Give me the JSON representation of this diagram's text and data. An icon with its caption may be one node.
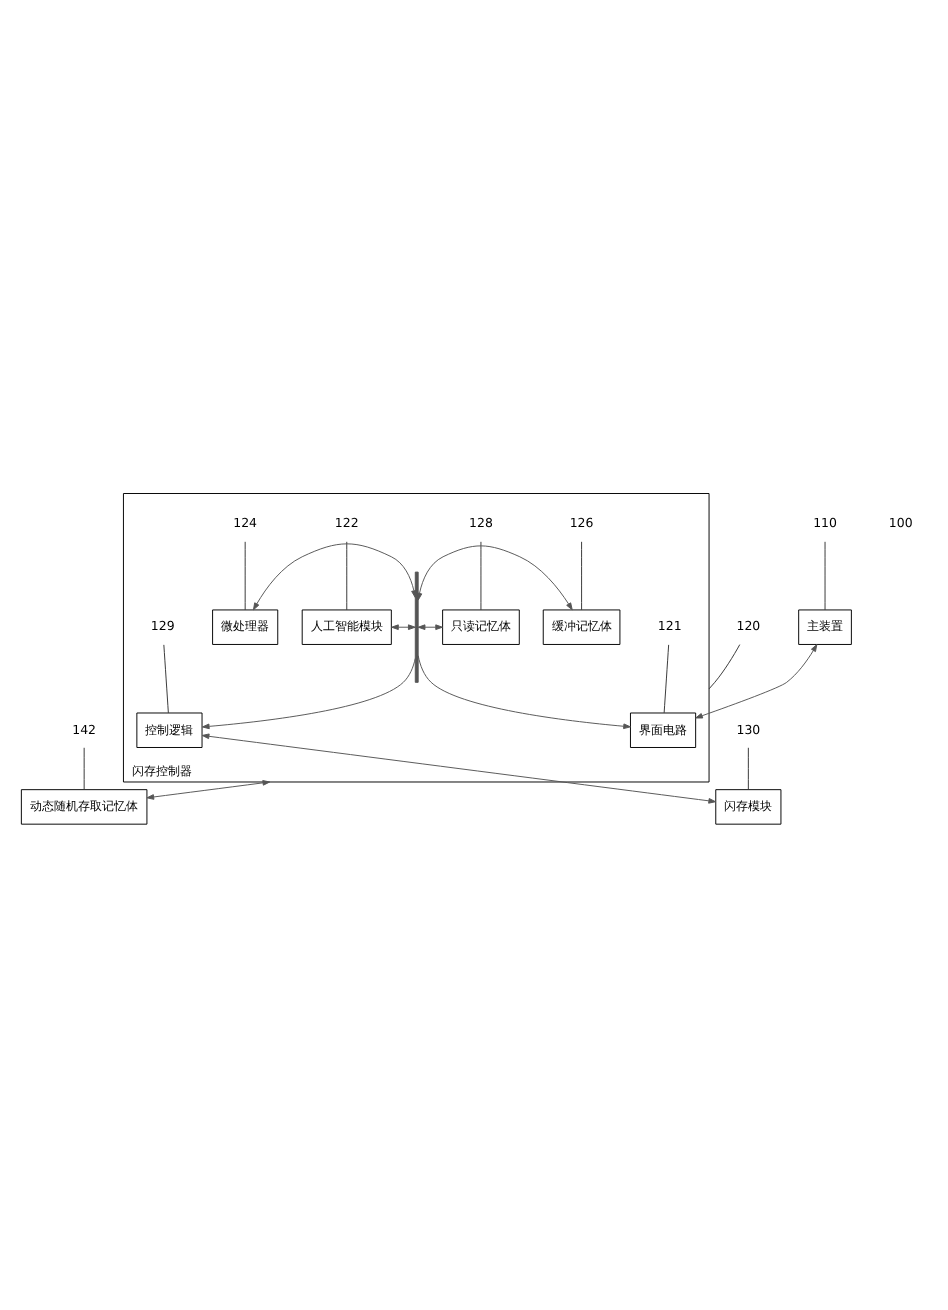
{
  "diagram": {
    "nodes": [
      {
        "text": [
          "主装置"
        ]
      },
      {
        "text": [
          "110"
        ]
      },
      {
        "text": [
          "闪存控制器"
        ]
      },
      {
        "text": [
          "120"
        ]
      },
      {
        "text": [
          "界面电路"
        ],
        "in": 2
      },
      {
        "text": [
          "121"
        ],
        "in": 2
      },
      {
        "text": [
          "人工智能模块"
        ],
        "in": 2
      },
      {
        "text": [
          "122"
        ],
        "in": 2
      },
      {
        "text": [
          "微处理器"
        ],
        "in": 2
      },
      {
        "text": [
          "124"
        ],
        "in": 2
      },
      {
        "text": [
          "缓冲记忆体"
        ],
        "in": 2
      },
      {
        "text": [
          "126"
        ],
        "in": 2
      },
      {
        "text": [
          "只读记忆体"
        ],
        "in": 2
      },
      {
        "text": [
          "128"
        ],
        "in": 2
      },
      {
        "text": [
          "控制逻辑"
        ],
        "in": 2
      },
      {
        "text": [
          "129"
        ],
        "in": 2
      },
      {
        "text": [
          "闪存模块"
        ]
      },
      {
        "text": [
          "130"
        ]
      },
      {
        "text": [
          "动态随机存取记忆体"
        ]
      },
      {
        "text": [
          "142"
        ]
      },
      {
        "text": [],
        "shape": "bar",
        "in": 2
      }
    ],
    "edges": [
      {
        "from": 0,
        "to": 4,
        "arrow": "both"
      },
      {
        "from": 20,
        "to": 4,
        "arrow": "to"
      },
      {
        "from": 20,
        "to": 14,
        "arrow": "to"
      },
      {
        "from": 6,
        "to": 20,
        "arrow": "both"
      },
      {
        "from": 20,
        "to": 10,
        "arrow": "both"
      },
      {
        "from": 8,
        "to": 20,
        "arrow": "both"
      },
      {
        "from": 20,
        "to": 12,
        "arrow": "both"
      },
      {
        "from": 14,
        "to": 16,
        "arrow": "both"
      },
      {
        "from": 2,
        "to": 18,
        "arrow": "both"
      },
      {
        "from": 1,
        "to": 0,
        "arrow": "none"
      },
      {
        "from": 3,
        "to": 2,
        "arrow": "none"
      },
      {
        "from": 5,
        "to": 4,
        "arrow": "none"
      },
      {
        "from": 7,
        "to": 6,
        "arrow": "none"
      },
      {
        "from": 9,
        "to": 8,
        "arrow": "none"
      },
      {
        "from": 11,
        "to": 10,
        "arrow": "none"
      },
      {
        "from": 13,
        "to": 12,
        "arrow": "none"
      },
      {
        "from": 15,
        "to": 14,
        "arrow": "none"
      },
      {
        "from": 17,
        "to": 16,
        "arrow": "none"
      },
      {
        "from": 19,
        "to": 18,
        "arrow": "none"
      }
    ],
    "labels": [
      "100"
    ]
  }
}
